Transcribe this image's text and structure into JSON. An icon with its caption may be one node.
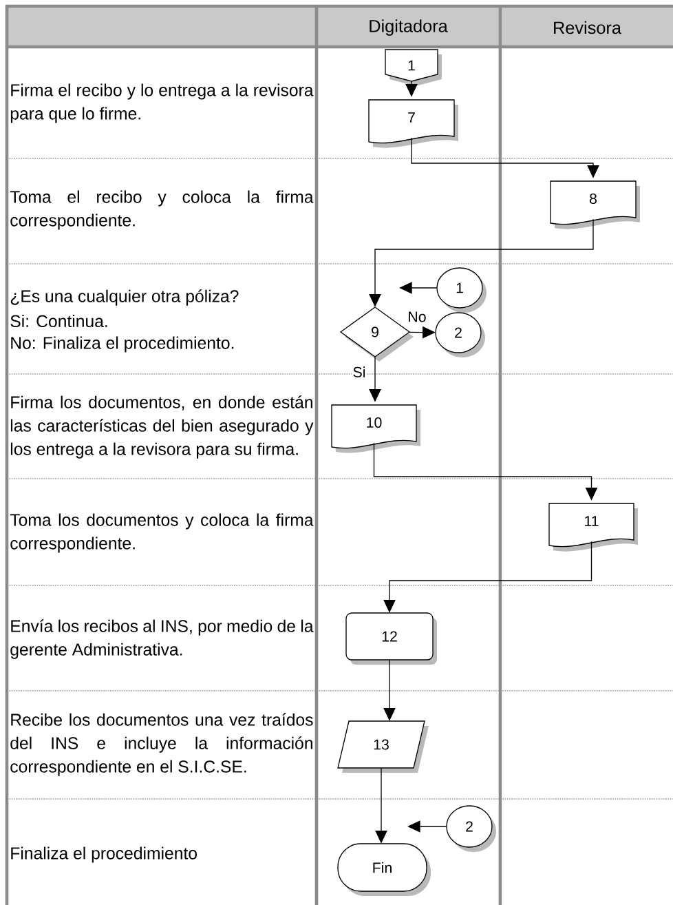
{
  "diagram": {
    "nodes": [
      {
        "text": [
          "1"
        ]
      },
      {
        "text": [
          "7"
        ]
      },
      {
        "text": [
          "8"
        ]
      },
      {
        "text": [
          "1"
        ]
      },
      {
        "text": [
          "9"
        ]
      },
      {
        "text": [
          "2"
        ]
      },
      {
        "text": [
          "10"
        ]
      },
      {
        "text": [
          "11"
        ]
      },
      {
        "text": [
          "12"
        ]
      },
      {
        "text": [
          "13"
        ]
      },
      {
        "text": [
          "2"
        ]
      },
      {
        "text": [
          "Fin"
        ]
      }
    ],
    "edges": [
      {
        "from": 0,
        "to": 1,
        "arrow": "to"
      },
      {
        "from": 1,
        "to": 2,
        "arrow": "to"
      },
      {
        "from": 2,
        "to": 4,
        "arrow": "to"
      },
      {
        "from": 3,
        "to": null,
        "arrow": "to"
      },
      {
        "from": 4,
        "to": 5,
        "arrow": "to",
        "label": "No"
      },
      {
        "from": 4,
        "to": 6,
        "arrow": "to",
        "label": "Si"
      },
      {
        "from": 6,
        "to": 7,
        "arrow": "to"
      },
      {
        "from": 7,
        "to": 8,
        "arrow": "to"
      },
      {
        "from": 8,
        "to": 9,
        "arrow": "to"
      },
      {
        "from": 9,
        "to": 11,
        "arrow": "to"
      },
      {
        "from": 10,
        "to": null,
        "arrow": "to"
      }
    ],
    "labels": [
      "Digitadora",
      "Revisora",
      "Firma el recibo y lo entrega a la revisora para que lo firme.",
      "Toma el recibo y coloca la firma correspondiente.",
      "¿Es una cualquier otra póliza?",
      "Si: Continua.",
      "No: Finaliza el procedimiento.",
      "Firma los documentos, en donde están las características del bien asegurado y los entrega a la revisora para su firma.",
      "Toma los documentos y coloca la firma correspondiente.",
      "Envía los recibos al INS, por medio de la gerente Administrativa.",
      "Recibe los documentos una vez traídos del INS e incluye la información correspondiente en el S.I.C.SE.",
      "Finaliza el procedimiento"
    ]
  }
}
